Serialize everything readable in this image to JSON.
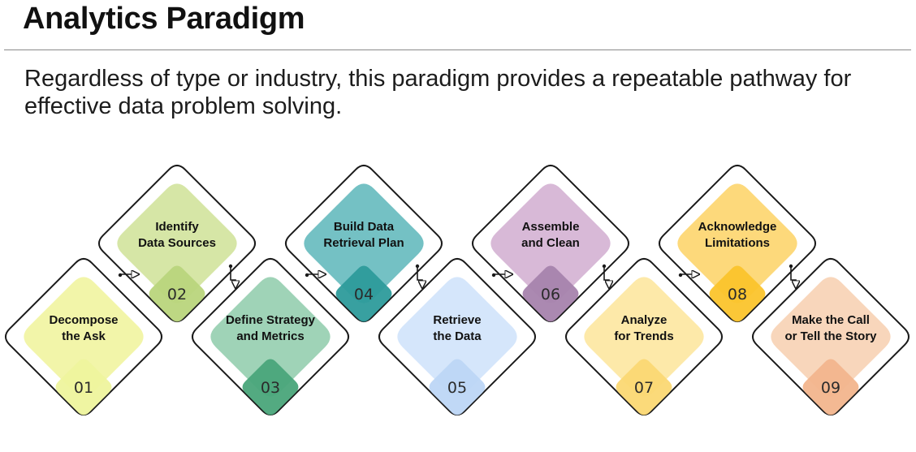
{
  "title": "Analytics Paradigm",
  "subtitle": "Regardless of type or industry, this paradigm provides a repeatable pathway for effective data problem solving.",
  "colors": {
    "outline": "#1a1a1a",
    "rule": "#8a8a8a"
  },
  "steps": [
    {
      "number": "01",
      "lines": [
        "Decompose",
        "the Ask"
      ],
      "fill": "#f2f5a9",
      "tab": "#eef49d"
    },
    {
      "number": "02",
      "lines": [
        "Identify",
        "Data Sources"
      ],
      "fill": "#d6e6a6",
      "tab": "#b9d57c"
    },
    {
      "number": "03",
      "lines": [
        "Define Strategy",
        "and Metrics"
      ],
      "fill": "#9fd3b7",
      "tab": "#4aa57a"
    },
    {
      "number": "04",
      "lines": [
        "Build Data",
        "Retrieval Plan"
      ],
      "fill": "#74c1c4",
      "tab": "#2d9b9b"
    },
    {
      "number": "05",
      "lines": [
        "Retrieve",
        "the Data"
      ],
      "fill": "#d5e6fb",
      "tab": "#bdd6f6"
    },
    {
      "number": "06",
      "lines": [
        "Assemble",
        "and Clean"
      ],
      "fill": "#d8b9d7",
      "tab": "#a783ad"
    },
    {
      "number": "07",
      "lines": [
        "Analyze",
        "for Trends"
      ],
      "fill": "#fde9a9",
      "tab": "#fbd873"
    },
    {
      "number": "08",
      "lines": [
        "Acknowledge",
        "Limitations"
      ],
      "fill": "#fdd97b",
      "tab": "#fbc42c"
    },
    {
      "number": "09",
      "lines": [
        "Make the Call",
        "or Tell the Story"
      ],
      "fill": "#f8d6bb",
      "tab": "#f2b58d"
    }
  ]
}
